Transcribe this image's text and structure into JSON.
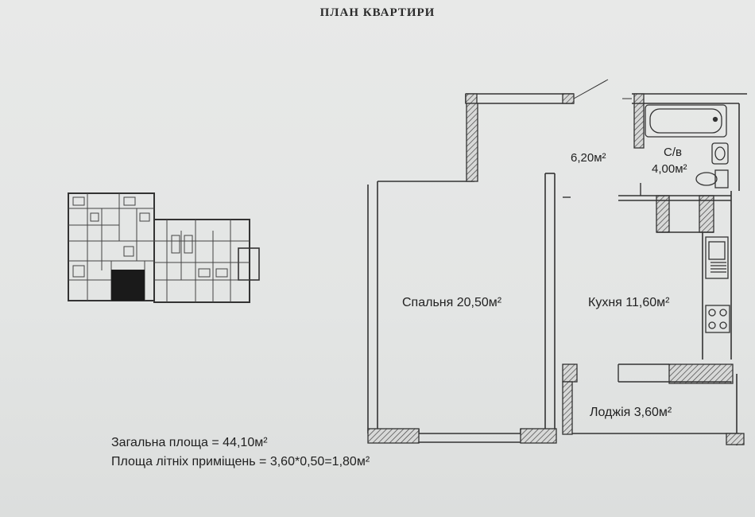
{
  "title": "ПЛАН КВАРТИРИ",
  "rooms": {
    "hall": {
      "area": "6,20м²"
    },
    "bathroom": {
      "name": "С/в",
      "area": "4,00м²"
    },
    "bedroom": {
      "label": "Спальня 20,50м²"
    },
    "kitchen": {
      "label": "Кухня 11,60м²"
    },
    "loggia": {
      "label": "Лоджія 3,60м²"
    }
  },
  "summary": {
    "total": "Загальна площа  = 44,10м²",
    "summer": "Площа літніх приміщень = 3,60*0,50=1,80м²"
  },
  "colors": {
    "wall": "#3a3a3a",
    "hatch": "#5a5a5a",
    "paper": "#e4e6e5"
  }
}
